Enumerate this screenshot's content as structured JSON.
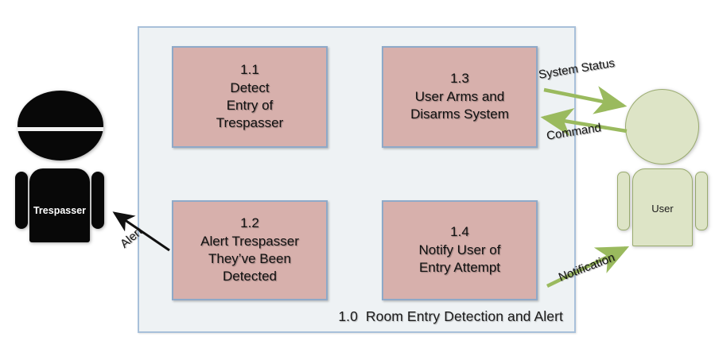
{
  "diagram": {
    "boundary": {
      "caption": "1.0  Room Entry Detection and Alert"
    },
    "processes": [
      {
        "id": "1.1",
        "number": "1.1",
        "lines": [
          "Detect",
          "Entry of",
          "Trespasser"
        ]
      },
      {
        "id": "1.3",
        "number": "1.3",
        "lines": [
          "User Arms and",
          "Disarms System"
        ]
      },
      {
        "id": "1.2",
        "number": "1.2",
        "lines": [
          "Alert Trespasser",
          "They’ve Been",
          "Detected"
        ]
      },
      {
        "id": "1.4",
        "number": "1.4",
        "lines": [
          "Notify User of",
          "Entry Attempt"
        ]
      }
    ],
    "actors": [
      {
        "id": "trespasser",
        "label": "Trespasser",
        "icon": "person-masked-icon",
        "fill": "#080808",
        "text_color": "#ffffff"
      },
      {
        "id": "user",
        "label": "User",
        "icon": "person-icon",
        "fill": "#dde4c6",
        "stroke": "#9aab6f",
        "text_color": "#1b1b1b"
      }
    ],
    "flows": [
      {
        "id": "system-status",
        "label": "System Status",
        "direction": "to-user",
        "color": "#9aba5e"
      },
      {
        "id": "command",
        "label": "Command",
        "direction": "from-user",
        "color": "#9aba5e"
      },
      {
        "id": "notification",
        "label": "Notification",
        "direction": "to-user",
        "color": "#9aba5e"
      },
      {
        "id": "alert",
        "label": "Alert",
        "direction": "to-trespasser",
        "color": "#111111"
      }
    ],
    "colors": {
      "process_fill": "#d7b0ac",
      "process_border": "#8ea9c8",
      "boundary_fill": "#eef2f4",
      "boundary_border": "#a8c0da",
      "flow_green": "#9aba5e",
      "flow_black": "#111111"
    }
  }
}
